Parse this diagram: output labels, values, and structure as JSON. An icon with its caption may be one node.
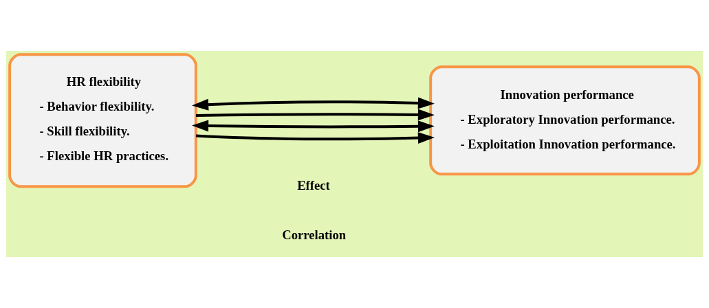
{
  "diagram": {
    "nodes": [
      {
        "text": [
          "HR flexibility",
          "- Behavior flexibility.",
          "- Skill flexibility.",
          "- Flexible HR practices."
        ]
      },
      {
        "text": [
          "Innovation performance",
          "- Exploratory Innovation performance.",
          "- Exploitation Innovation performance."
        ]
      }
    ],
    "edges": [
      {
        "from": 0,
        "to": 1,
        "arrow": "to"
      },
      {
        "from": 0,
        "to": 1,
        "arrow": "both"
      },
      {
        "from": 0,
        "to": 1,
        "arrow": "to"
      },
      {
        "from": 0,
        "to": 1,
        "arrow": "both"
      }
    ],
    "labels": [
      "Effect",
      "Correlation"
    ]
  }
}
